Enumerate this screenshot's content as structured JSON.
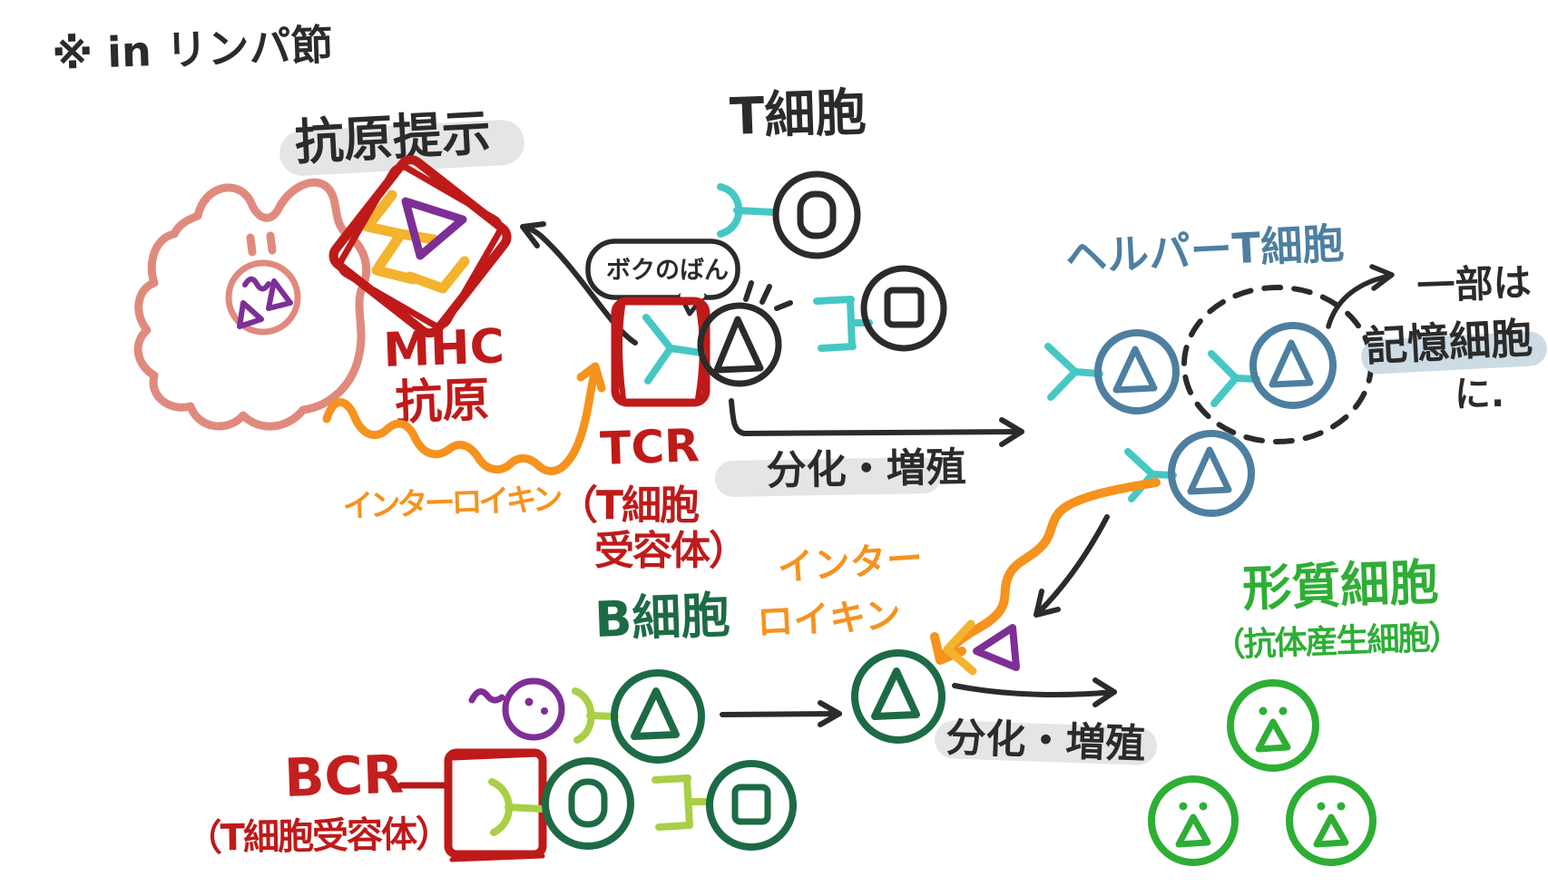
{
  "note": {
    "title": "※ in リンパ節"
  },
  "antigen_presentation": {
    "label": "抗原提示"
  },
  "mhc": {
    "line1": "MHC",
    "line2": "抗原"
  },
  "interleukin_left": {
    "label": "インターロイキン"
  },
  "t_cell": {
    "label": "T細胞",
    "speech_bubble": "ボクのばん"
  },
  "tcr": {
    "line1": "TCR",
    "line2": "（T細胞",
    "line3": "受容体）"
  },
  "differentiation_t": {
    "label": "分化・増殖"
  },
  "helper_t": {
    "label": "ヘルパーT細胞"
  },
  "memory_note": {
    "line1": "一部は",
    "line2": "記憶細胞",
    "line3": "に."
  },
  "interleukin_right": {
    "line1": "インター",
    "line2": "ロイキン"
  },
  "b_cell": {
    "label": "B細胞"
  },
  "bcr": {
    "label": "BCR",
    "sublabel": "（T細胞受容体）"
  },
  "differentiation_b": {
    "label": "分化・増殖"
  },
  "plasma_cell": {
    "label": "形質細胞",
    "sublabel": "（抗体産生細胞）"
  },
  "colors": {
    "ink": "#2b2b2b",
    "red": "#bf1a1a",
    "orange": "#f6921e",
    "cyan": "#45c8c4",
    "steel_blue": "#4e7fa0",
    "dark_green": "#1d6b45",
    "bright_green": "#2eae35",
    "yellow_green": "#a8cf45",
    "purple": "#7d2f96",
    "yellow": "#f3b32c",
    "salmon": "#e08a7e",
    "highlight_gray": "#e5e5e5",
    "highlight_blue": "#cddbe4"
  }
}
